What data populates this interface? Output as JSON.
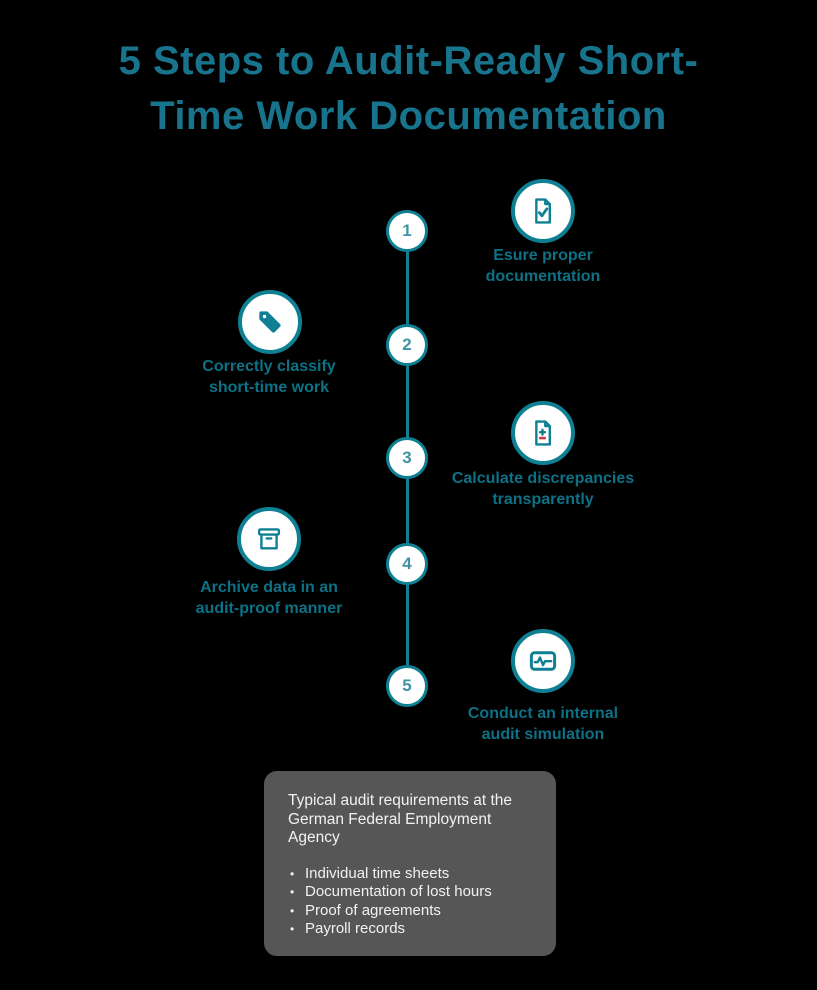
{
  "background_color": "#000000",
  "accent_color": "#0f8093",
  "title": {
    "lines": [
      "5 Steps to Audit-Ready Short-",
      "Time Work Documentation"
    ],
    "color": "#18748c"
  },
  "steps": [
    {
      "number": "1",
      "icon": "document-check-icon",
      "lines": [
        "Esure proper",
        "documentation"
      ]
    },
    {
      "number": "2",
      "icon": "tag-icon",
      "lines": [
        "Correctly classify",
        "short-time work"
      ]
    },
    {
      "number": "3",
      "icon": "document-plus-minus-icon",
      "lines": [
        "Calculate discrepancies",
        "transparently"
      ]
    },
    {
      "number": "4",
      "icon": "archive-box-icon",
      "lines": [
        "Archive data in an",
        "audit-proof manner"
      ]
    },
    {
      "number": "5",
      "icon": "pulse-monitor-icon",
      "lines": [
        "Conduct an internal",
        "audit simulation"
      ]
    }
  ],
  "info_box": {
    "bg_color": "#565656",
    "text_color": "#f2f2f2",
    "heading_lines": [
      "Typical audit requirements at the",
      "German Federal Employment",
      "Agency"
    ],
    "items": [
      "Individual time sheets",
      "Documentation of lost hours",
      "Proof of agreements",
      "Payroll records"
    ]
  },
  "minus_color": "#d23a47"
}
